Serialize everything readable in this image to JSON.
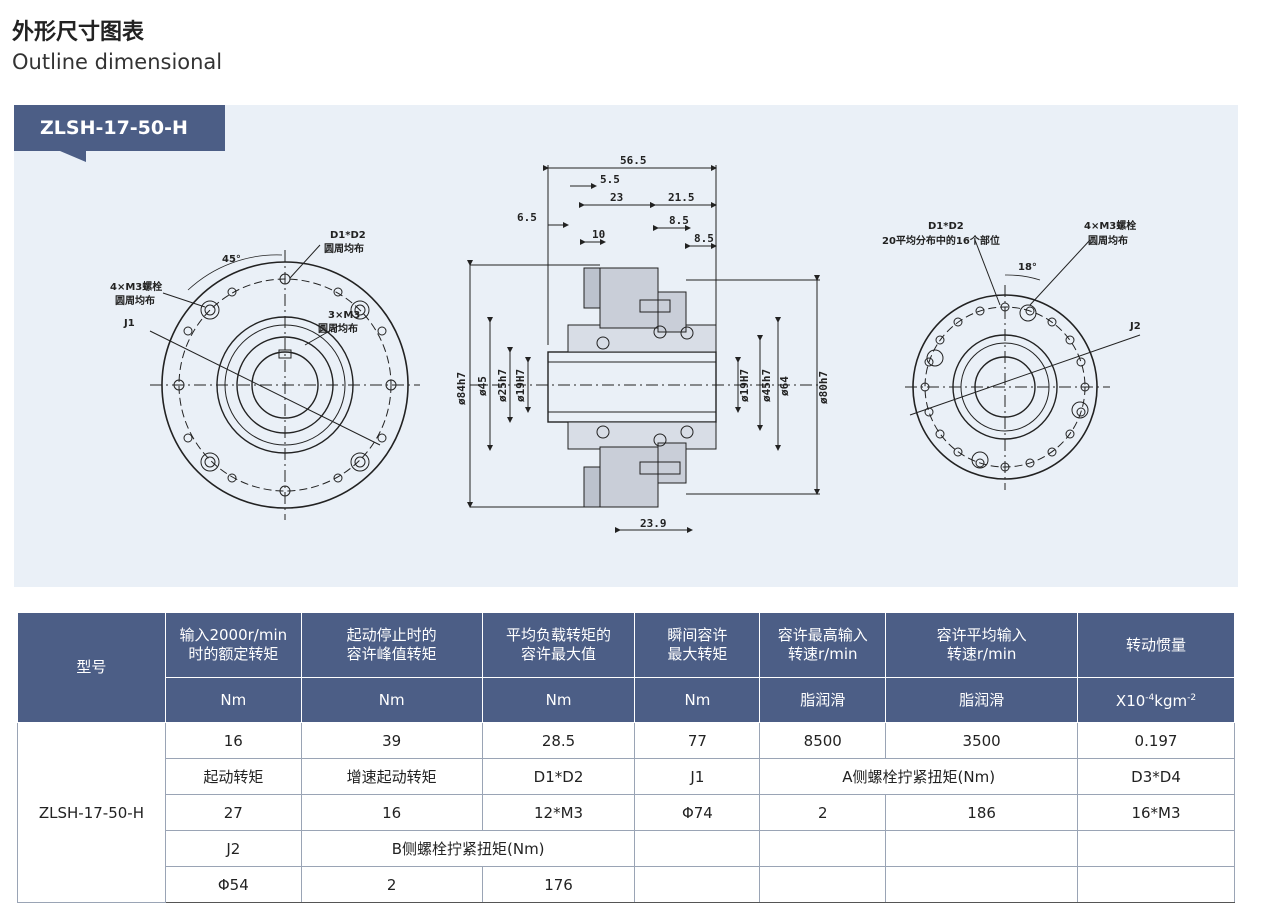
{
  "page": {
    "title_cn": "外形尺寸图表",
    "title_en": "Outline dimensional"
  },
  "model_tab": "ZLSH-17-50-H",
  "drawing": {
    "left_view": {
      "label_bolts": [
        "4×M3螺栓",
        "圆周均布"
      ],
      "label_d1d2": [
        "D1*D2",
        "圆周均布"
      ],
      "label_3m3": [
        "3×M3",
        "圆周均布"
      ],
      "j1": "J1",
      "angle": "45°"
    },
    "side_view": {
      "dims_top": [
        "56.5",
        "5.5",
        "23",
        "21.5",
        "6.5",
        "8.5",
        "10",
        "8.5"
      ],
      "dim_bottom": "23.9",
      "dia_left": [
        "ø84h7",
        "ø45",
        "ø25h7",
        "ø19H7"
      ],
      "dia_right": [
        "ø19H7",
        "ø45h7",
        "ø64",
        "ø80h7"
      ]
    },
    "right_view": {
      "label_d1d2": [
        "D1*D2",
        "20平均分布中的16个部位"
      ],
      "label_bolts": [
        "4×M3螺栓",
        "圆周均布"
      ],
      "j2": "J2",
      "angle": "18°"
    }
  },
  "table": {
    "header": {
      "model": "型号",
      "cols": [
        {
          "l1": "输入2000r/min",
          "l2": "时的额定转矩",
          "unit": "Nm"
        },
        {
          "l1": "起动停止时的",
          "l2": "容许峰值转矩",
          "unit": "Nm"
        },
        {
          "l1": "平均负载转矩的",
          "l2": "容许最大值",
          "unit": "Nm"
        },
        {
          "l1": "瞬间容许",
          "l2": "最大转矩",
          "unit": "Nm"
        },
        {
          "l1": "容许最高输入",
          "l2": "转速r/min",
          "unit": "脂润滑"
        },
        {
          "l1": "容许平均输入",
          "l2": "转速r/min",
          "unit": "脂润滑"
        },
        {
          "l1": "转动惯量",
          "l2": "",
          "unit_a": "X10",
          "unit_sup": "-4",
          "unit_b": "kgm",
          "unit_sup2": "-2"
        }
      ]
    },
    "model_name": "ZLSH-17-50-H",
    "rows": [
      [
        "16",
        "39",
        "28.5",
        "77",
        "8500",
        "3500",
        "0.197"
      ],
      [
        "起动转矩",
        "增速起动转矩",
        "D1*D2",
        "J1",
        "A侧螺栓拧紧扭矩(Nm)",
        "D3*D4"
      ],
      [
        "27",
        "16",
        "12*M3",
        "Φ74",
        "2",
        "186",
        "16*M3"
      ],
      [
        "J2",
        "B侧螺栓拧紧扭矩(Nm)",
        ""
      ],
      [
        "Φ54",
        "2",
        "176",
        "",
        "",
        "",
        ""
      ]
    ]
  }
}
